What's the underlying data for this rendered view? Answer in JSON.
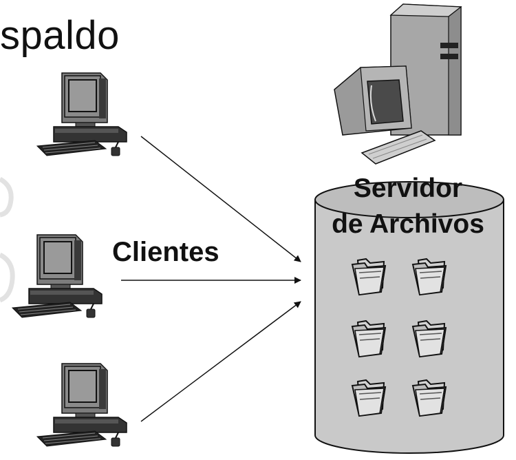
{
  "diagram": {
    "title": "spaldo",
    "clients_label": "Clientes",
    "server_label_line1": "Servidor",
    "server_label_line2": "de Archivos"
  },
  "colors": {
    "ink": "#111111",
    "cylinder_fill": "#c9c9c9",
    "cylinder_top": "#bdbdbd",
    "monitor_body": "#9c9c9c",
    "screen": "#6e6e6e",
    "folder_fill": "#bfbfbf"
  },
  "icons": {
    "client_computer": "desktop-computer-icon",
    "server_computer": "tower-server-icon",
    "storage": "database-cylinder-icon",
    "folder": "folder-icon"
  }
}
